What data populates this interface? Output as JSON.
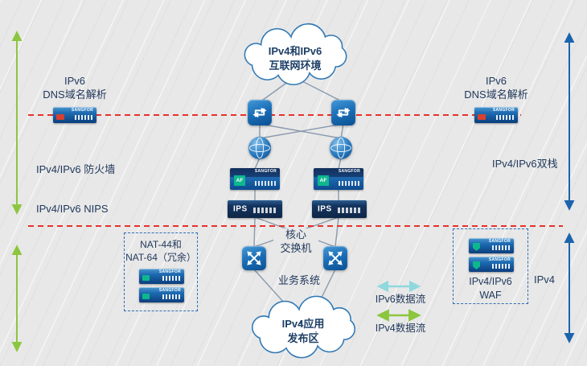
{
  "colors": {
    "background": "#e8e8e8",
    "red_boundary": "#e8312a",
    "green_arrow": "#8cc63f",
    "blue_arrow": "#1b64ad",
    "cyan_arrow": "#8fd8de",
    "navy_text": "#22395c",
    "device_blue": "#1d6ab1",
    "teal_badge": "#0db78e",
    "cloud_stroke": "#2f78b5"
  },
  "clouds": {
    "internet": "IPv4和IPv6\n互联网环境",
    "app_zone": "IPv4应用\n发布区"
  },
  "labels": {
    "dns_left": "IPv6\nDNS域名解析",
    "dns_right": "IPv6\nDNS域名解析",
    "firewall": "IPv4/IPv6 防火墙",
    "nips": "IPv4/IPv6 NIPS",
    "dual_stack": "IPv4/IPv6双栈",
    "ipv4_zone": "IPv4",
    "core_switch": "核心\n交换机",
    "business_system": "业务系统",
    "nat_group": "NAT-44和\nNAT-64（冗余）",
    "waf_group": "IPv4/IPv6\nWAF"
  },
  "legend": {
    "ipv6_flow": "IPv6数据流",
    "ipv4_flow": "IPv4数据流"
  },
  "devices": {
    "brand": "SANGFOR",
    "af_badge": "AF",
    "ips_label": "IPS"
  }
}
